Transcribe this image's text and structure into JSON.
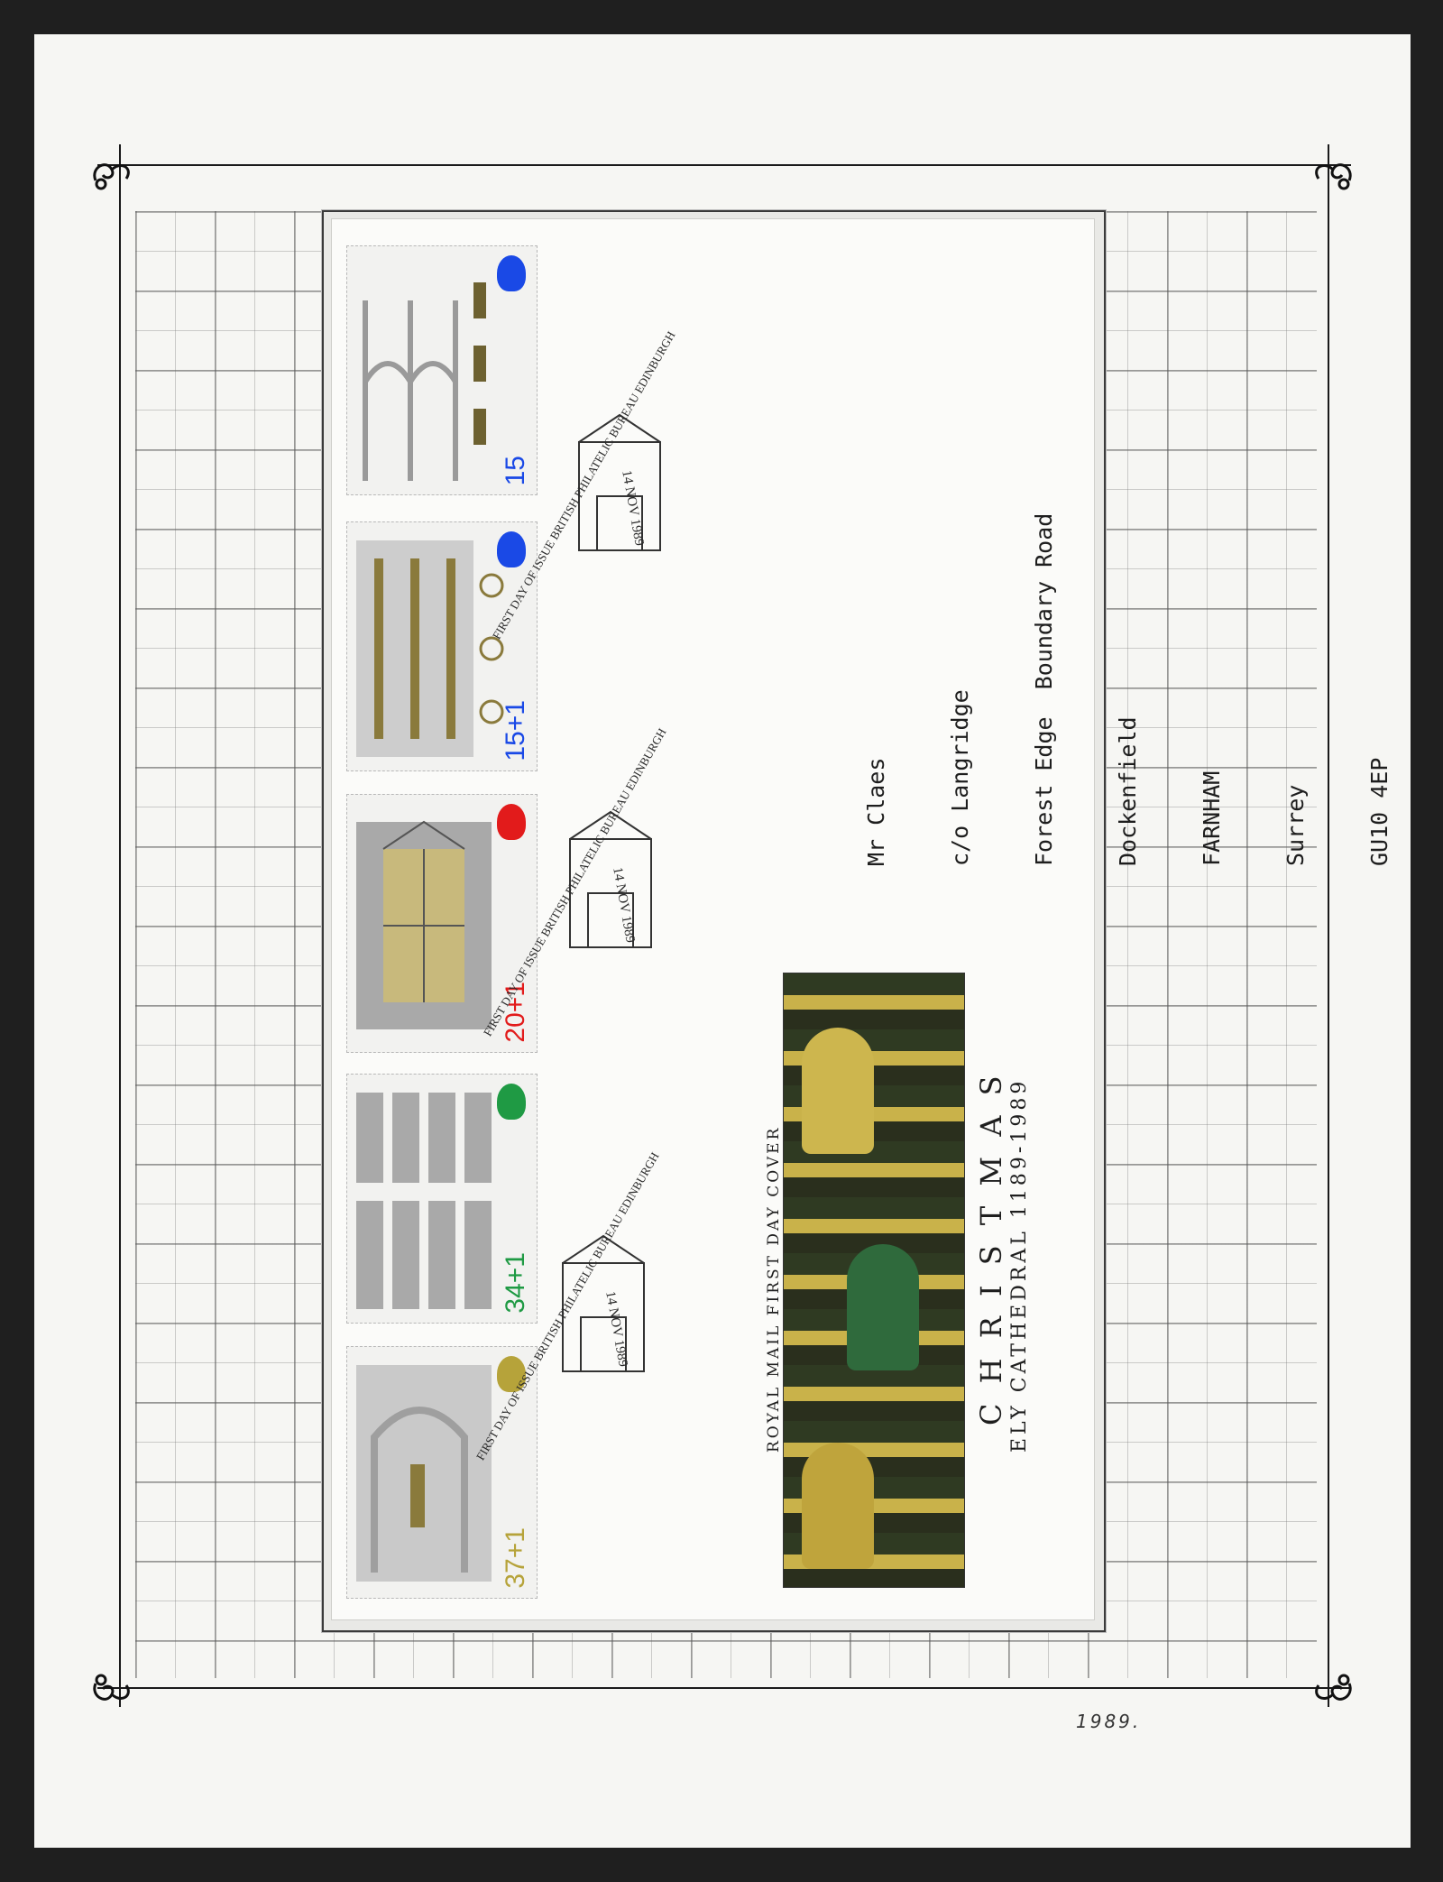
{
  "album_page": {
    "page_note": "1989.",
    "background_color": "#f6f6f3",
    "frame_color": "#1a1a1a"
  },
  "cover": {
    "header_line": "ROYAL MAIL FIRST DAY COVER",
    "title": "C H R I S T M A S",
    "subtitle": "ELY CATHEDRAL 1189-1989",
    "address": {
      "lines": [
        "Mr Claes",
        "c/o Langridge",
        "Forest Edge  Boundary Road",
        "Dockenfield",
        "FARNHAM",
        "Surrey",
        "GU10 4EP"
      ]
    },
    "postmark": {
      "arc_text": "FIRST DAY OF ISSUE BRITISH PHILATELIC BUREAU EDINBURGH",
      "date": "14 NOV 1989"
    }
  },
  "stamps": [
    {
      "value": "15",
      "head_color": "#1a49e6"
    },
    {
      "value": "15+1",
      "head_color": "#1a49e6"
    },
    {
      "value": "20+1",
      "head_color": "#e21b1b"
    },
    {
      "value": "34+1",
      "head_color": "#1f9a44"
    },
    {
      "value": "37+1",
      "head_color": "#b6a33a"
    }
  ]
}
